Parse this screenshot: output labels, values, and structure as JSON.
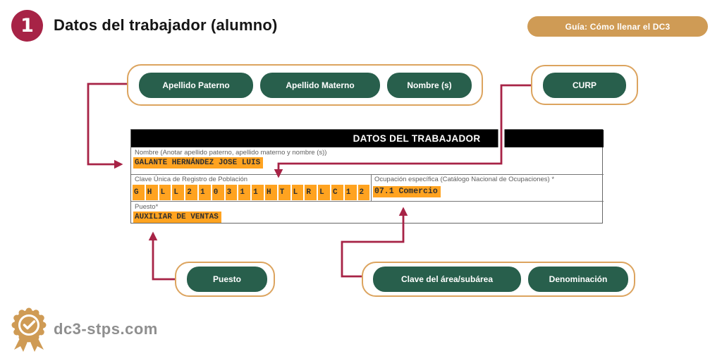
{
  "header": {
    "step_number": "1",
    "title": "Datos del trabajador (alumno)",
    "guide_button_label": "Guía: Cómo llenar el DC3"
  },
  "callouts": {
    "apellido_paterno": "Apellido Paterno",
    "apellido_materno": "Apellido Materno",
    "nombres": "Nombre (s)",
    "curp": "CURP",
    "puesto": "Puesto",
    "clave_area": "Clave del área/subárea",
    "denominacion": "Denominación"
  },
  "form": {
    "section_title": "DATOS DEL TRABAJADOR",
    "nombre": {
      "label": "Nombre (Anotar apellido paterno, apellido materno y nombre (s))",
      "value": "GALANTE HERNÁNDEZ JOSE LUIS"
    },
    "curp": {
      "label": "Clave Única de Registro de Población",
      "chars": [
        "G",
        "H",
        "L",
        "L",
        "2",
        "1",
        "0",
        "3",
        "1",
        "1",
        "H",
        "T",
        "L",
        "R",
        "L",
        "C",
        "1",
        "2"
      ]
    },
    "ocupacion": {
      "label": "Ocupación específica (Catálogo Nacional de Ocupaciones) *",
      "value": "07.1 Comercio"
    },
    "puesto": {
      "label": "Puesto*",
      "value": "AUXILIAR DE VENTAS"
    }
  },
  "footer": {
    "brand": "dc3-stps.com"
  },
  "colors": {
    "accent_crimson": "#A72346",
    "pill_green": "#285F4C",
    "tan_gold": "#CF9B55",
    "highlight_orange": "#FFA320",
    "header_black": "#000000"
  }
}
